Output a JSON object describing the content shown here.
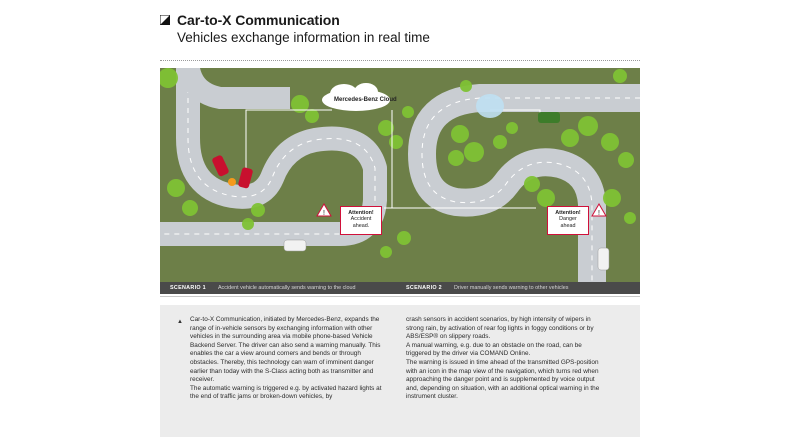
{
  "header": {
    "title": "Car-to-X Communication",
    "subtitle": "Vehicles exchange information in real time"
  },
  "map": {
    "cloud_label": "Mercedes-Benz Cloud",
    "callout_left": {
      "title": "Attention!",
      "line1": "Accident",
      "line2": "ahead."
    },
    "callout_right": {
      "title": "Attention!",
      "line1": "Danger",
      "line2": "ahead"
    }
  },
  "scenarios": [
    {
      "label": "SCENARIO 1",
      "caption": "Accident vehicle automatically sends warning to the cloud"
    },
    {
      "label": "SCENARIO 2",
      "caption": "Driver manually sends warning to other vehicles"
    }
  ],
  "body_text": {
    "col1": [
      "Car-to-X Communication, initiated by Mercedes-Benz, expands the range of in-vehicle sensors by exchanging information with other vehicles in the surrounding area via mobile phone-based Vehicle Backend Server. The driver can also send a warning manually. This enables the car a view around corners and bends or through obstacles. Thereby, this technology can warn of imminent danger earlier than today with the S-Class acting both as transmitter and receiver.",
      "The automatic warning is triggered e.g. by activated hazard lights at the end of traffic jams or broken-down vehicles, by"
    ],
    "col2": [
      "crash sensors in accident scenarios, by high intensity of wipers in strong rain, by activation of rear fog lights in foggy conditions or by ABS/ESP® on slippery roads.",
      "A manual warning, e.g. due to an obstacle on the road, can be triggered by the driver via COMAND Online.",
      "The warning is issued in time ahead of the transmitted GPS-position with an icon in the map view of the navigation, which turns red when approaching the danger point and is supplemented by voice output and, depending on situation, with an additional optical warning in the instrument cluster."
    ]
  },
  "colors": {
    "grass": "#6d7f48",
    "road": "#c9cdd2",
    "tree": "#7fc234",
    "accent_red": "#d0103a",
    "bar": "#4a4a4a"
  },
  "icons": [
    "title-triangle-icon",
    "cloud-icon",
    "warning-triangle-icon",
    "accident-car-icon",
    "car-icon"
  ]
}
